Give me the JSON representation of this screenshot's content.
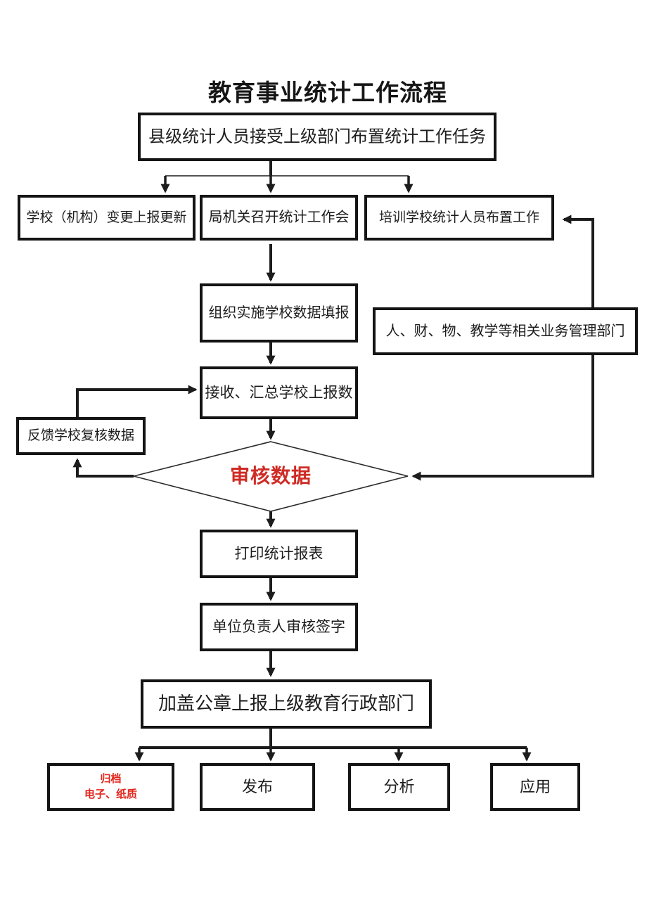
{
  "title": "教育事业统计工作流程",
  "colors": {
    "background": "#ffffff",
    "box_border": "#141414",
    "line": "#1c1c1c",
    "text": "#1d1d1d",
    "audit_text_red": "#cf2b25",
    "archive_text_red": "#e2251b"
  },
  "nodes": {
    "task": "县级统计人员接受上级部门布置统计工作任务",
    "school_update": "学校（机构）变更上报更新",
    "bureau_meeting": "局机关召开统计工作会",
    "training": "培训学校统计人员布置工作",
    "organize_fill": "组织实施学校数据填报",
    "departments": "人、财、物、教学等相关业务管理部门",
    "receive_summarize": "接收、汇总学校上报数",
    "feedback_review": "反馈学校复核数据",
    "audit": "审核数据",
    "print_report": "打印统计报表",
    "leader_sign": "单位负责人审核签字",
    "seal_submit": "加盖公章上报上级教育行政部门",
    "archive_line1": "归档",
    "archive_line2": "电子、纸质",
    "publish": "发布",
    "analyze": "分析",
    "apply": "应用"
  }
}
